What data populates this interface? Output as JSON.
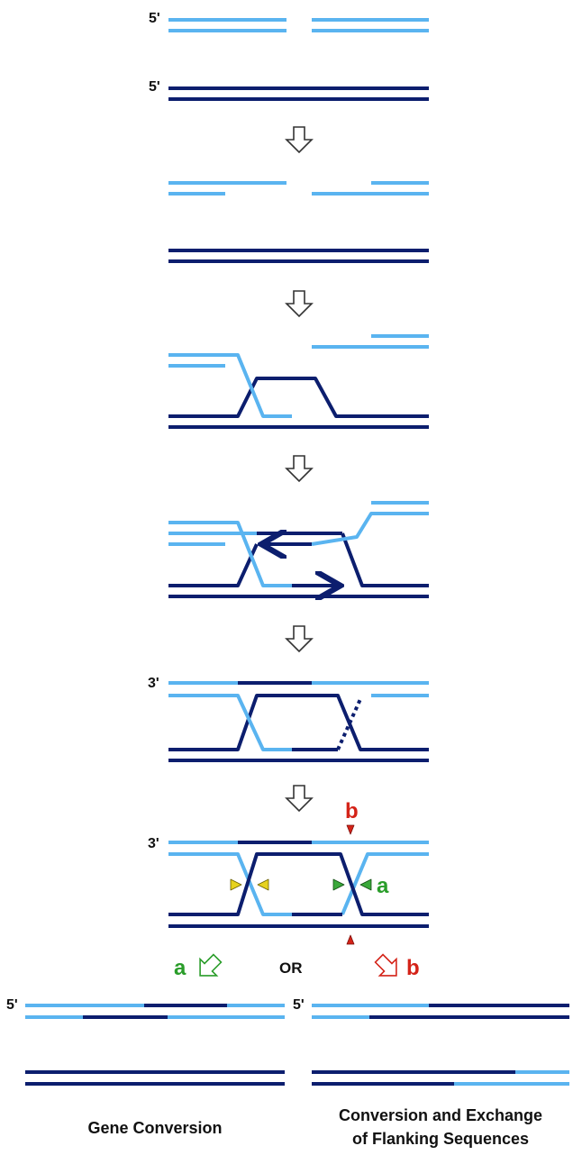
{
  "colors": {
    "light_strand": "#5ab4f0",
    "dark_strand": "#0c1e6e",
    "label_black": "#111111",
    "green": "#2a9d2a",
    "red": "#d42318",
    "yellow_marker": "#e6d21e",
    "green_marker": "#3aa83a",
    "red_marker": "#d42318",
    "arrow_outline": "#333333"
  },
  "end_labels": {
    "five_prime": "5'",
    "three_prime": "3'"
  },
  "resolution": {
    "a_label": "a",
    "b_label": "b",
    "or_label": "OR"
  },
  "outcomes": {
    "left_caption": "Gene Conversion",
    "right_caption_line1": "Conversion and Exchange",
    "right_caption_line2": "of Flanking Sequences"
  },
  "icons": [
    "down-arrow-icon",
    "cleavage-marker-icon",
    "diagonal-arrow-icon"
  ]
}
